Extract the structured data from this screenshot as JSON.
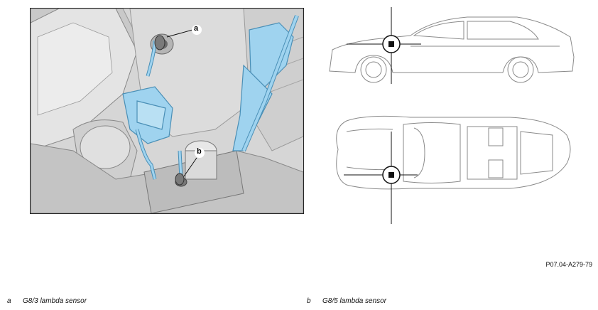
{
  "figure": {
    "callouts": [
      {
        "letter": "a",
        "description": "G8/3 lambda sensor"
      },
      {
        "letter": "b",
        "description": "G8/5 lambda sensor"
      }
    ],
    "reference_code": "P07.04-A279-79"
  },
  "colors": {
    "highlight_blue": "#9fd3ef",
    "highlight_stroke": "#4a8fb6",
    "background_gray": "#d8d8d8",
    "component_gray": "#bdbdbd",
    "line": "#222222"
  }
}
